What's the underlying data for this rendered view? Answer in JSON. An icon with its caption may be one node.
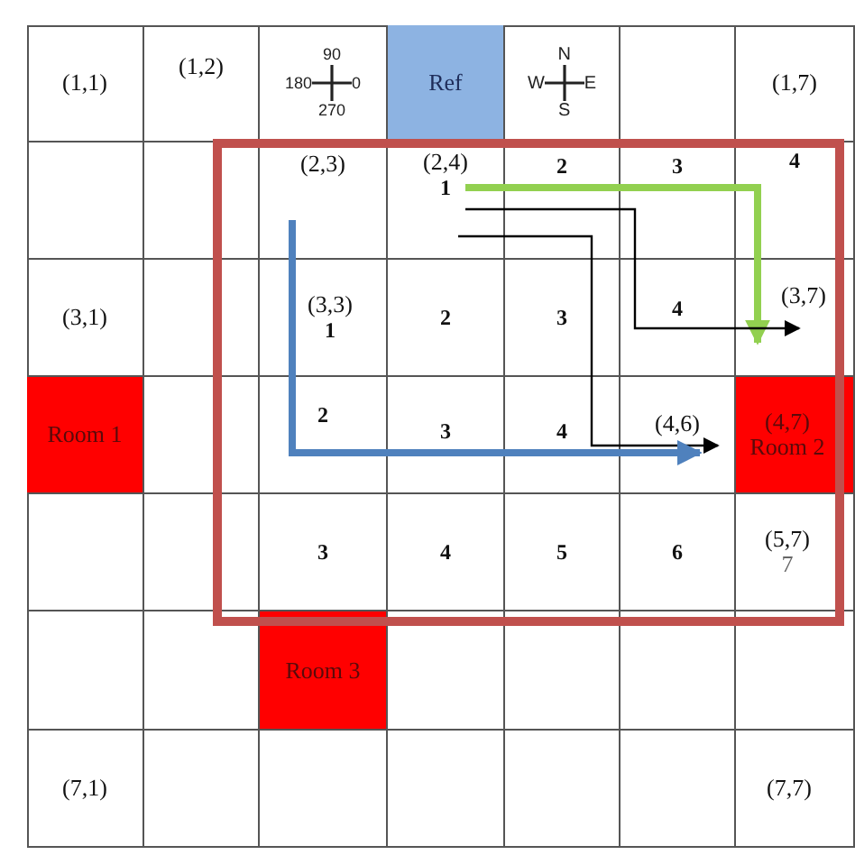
{
  "diagram": {
    "nodes": [
      {
        "text": [
          "Ref"
        ]
      },
      {
        "text": [
          "(2,3)"
        ]
      },
      {
        "text": [
          "(2,4)",
          "1"
        ]
      },
      {
        "text": [
          "(3,7)"
        ]
      },
      {
        "text": [
          "Room 1"
        ]
      },
      {
        "text": [
          "(4,6)"
        ]
      },
      {
        "text": [
          "(4,7)",
          "Room 2"
        ]
      },
      {
        "text": [
          "Room 3"
        ]
      }
    ],
    "edges": [
      {
        "from": 2,
        "to": 3,
        "arrow": "to",
        "style": "thick",
        "color": "#92d050"
      },
      {
        "from": 2,
        "to": 3,
        "arrow": "to"
      },
      {
        "from": 2,
        "to": 5,
        "arrow": "to"
      },
      {
        "from": 1,
        "to": 5,
        "arrow": "to",
        "style": "thick",
        "color": "#4f81bd"
      }
    ],
    "labels": [
      "(1,1)",
      "(1,2)",
      "90",
      "180",
      "0",
      "270",
      "N",
      "W",
      "E",
      "S",
      "(1,7)",
      "2",
      "3",
      "4",
      "(3,1)",
      "(3,3)",
      "1",
      "2",
      "3",
      "4",
      "2",
      "3",
      "4",
      "3",
      "4",
      "5",
      "6",
      "(5,7)",
      "7",
      "(7,1)",
      "(7,7)"
    ]
  }
}
